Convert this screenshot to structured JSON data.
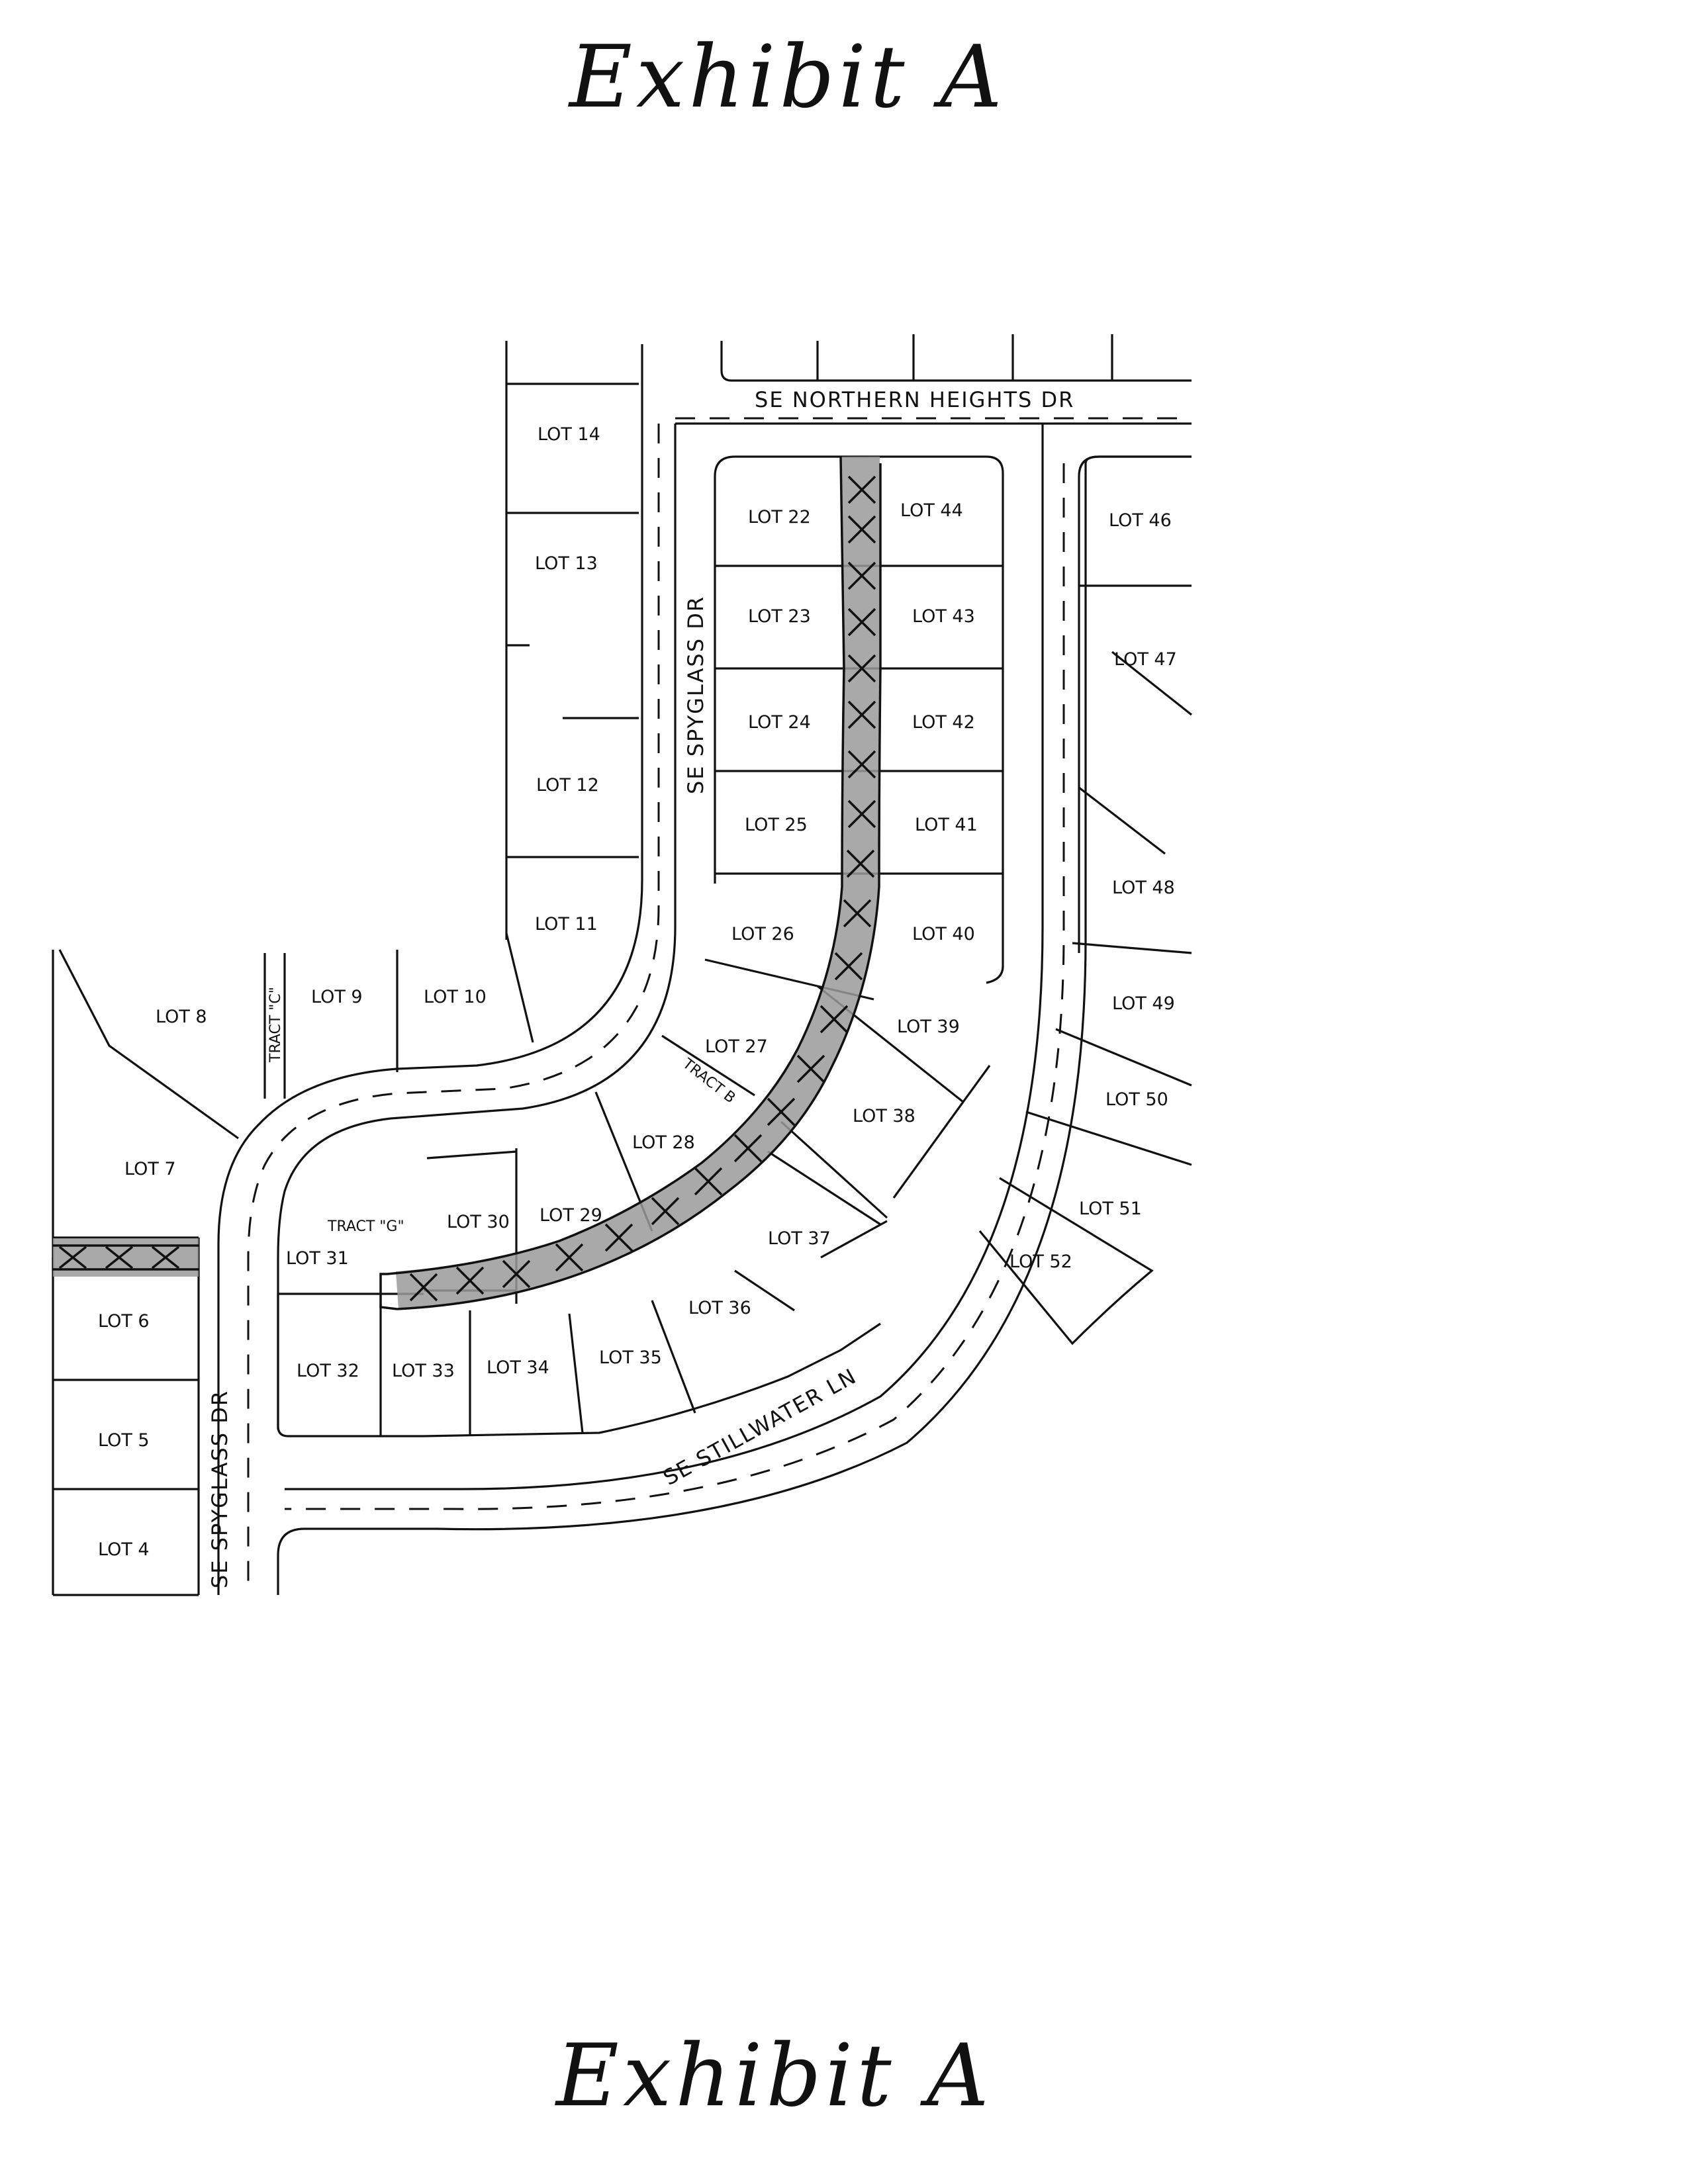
{
  "exhibit": {
    "title_top": "Exhibit A",
    "title_bottom": "Exhibit A"
  },
  "streets": {
    "northern_heights": "SE NORTHERN HEIGHTS DR",
    "spyglass_upper": "SE SPYGLASS DR",
    "spyglass_lower": "SE SPYGLASS DR",
    "stillwater": "SE STILLWATER LN"
  },
  "tracts": {
    "b": "TRACT B",
    "c": "TRACT \"C\"",
    "g": "TRACT \"G\""
  },
  "lots": {
    "l4": "LOT 4",
    "l5": "LOT 5",
    "l6": "LOT 6",
    "l7": "LOT 7",
    "l8": "LOT 8",
    "l9": "LOT 9",
    "l10": "LOT 10",
    "l11": "LOT 11",
    "l12": "LOT 12",
    "l13": "LOT 13",
    "l14": "LOT 14",
    "l22": "LOT 22",
    "l23": "LOT 23",
    "l24": "LOT 24",
    "l25": "LOT 25",
    "l26": "LOT 26",
    "l27": "LOT 27",
    "l28": "LOT 28",
    "l29": "LOT 29",
    "l30": "LOT 30",
    "l31": "LOT 31",
    "l32": "LOT 32",
    "l33": "LOT 33",
    "l34": "LOT 34",
    "l35": "LOT 35",
    "l36": "LOT 36",
    "l37": "LOT 37",
    "l38": "LOT 38",
    "l39": "LOT 39",
    "l40": "LOT 40",
    "l41": "LOT 41",
    "l42": "LOT 42",
    "l43": "LOT 43",
    "l44": "LOT 44",
    "l46": "LOT 46",
    "l47": "LOT 47",
    "l48": "LOT 48",
    "l49": "LOT 49",
    "l50": "LOT 50",
    "l51": "LOT 51",
    "l52": "LOT 52"
  },
  "colors": {
    "line": "#111111",
    "easement_shade": "#9a9a9a",
    "paper": "#ffffff"
  }
}
